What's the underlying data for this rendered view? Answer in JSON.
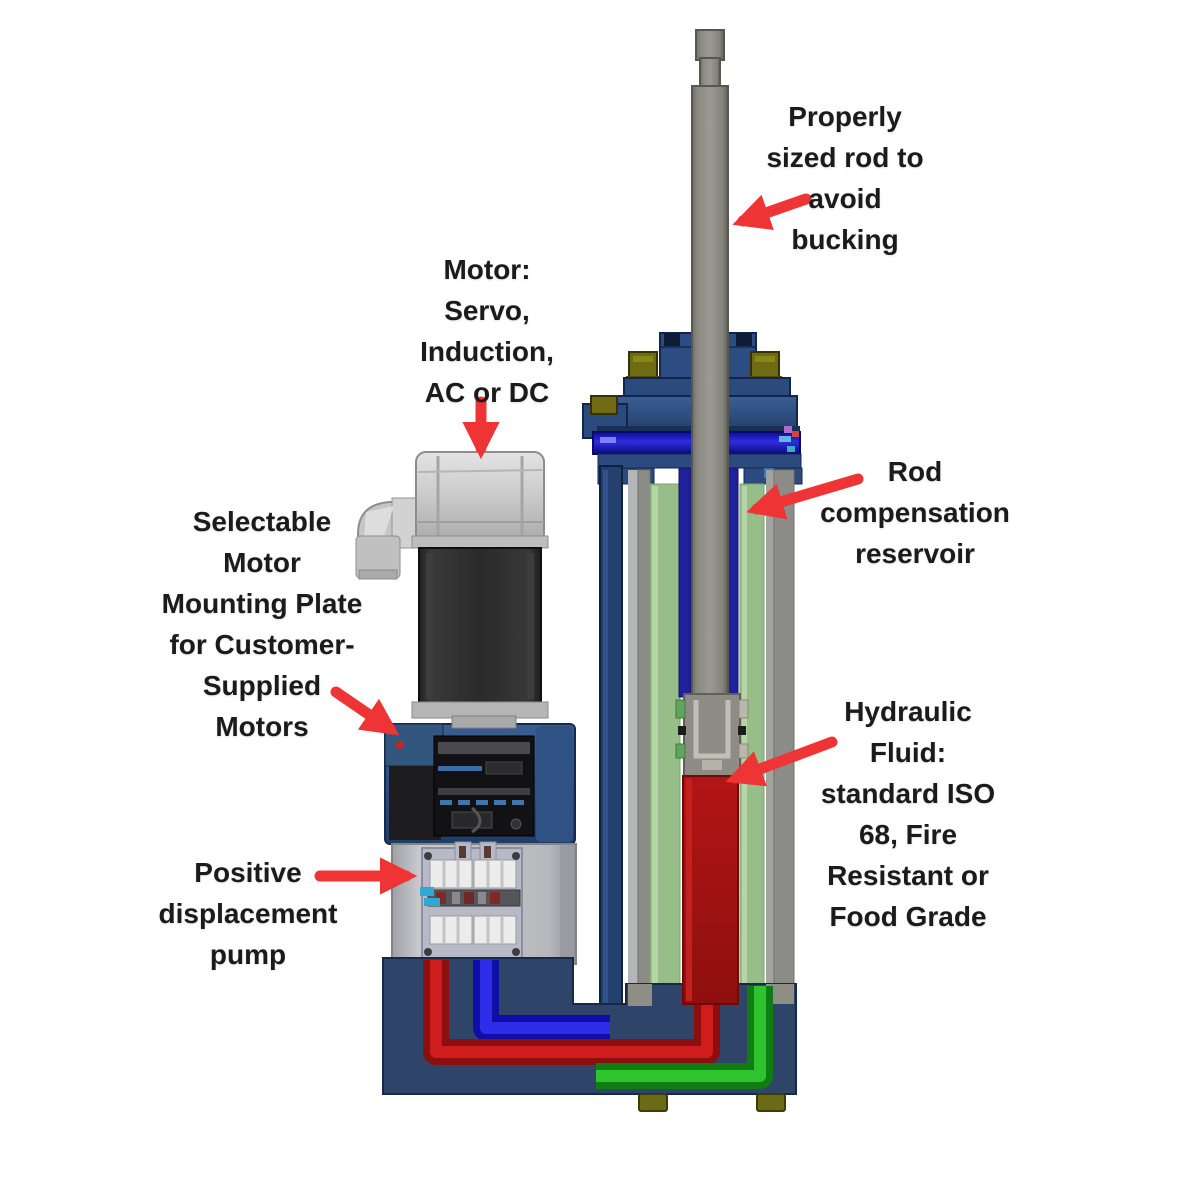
{
  "labels": {
    "rod": {
      "lines": [
        "Properly",
        "sized rod to",
        "avoid",
        "bucking"
      ]
    },
    "motor": {
      "lines": [
        "Motor:",
        "Servo,",
        "Induction,",
        "AC or DC"
      ]
    },
    "mounting_plate": {
      "lines": [
        "Selectable",
        "Motor",
        "Mounting Plate",
        "for Customer-",
        "Supplied",
        "Motors"
      ]
    },
    "pump": {
      "lines": [
        "Positive",
        "displacement",
        "pump"
      ]
    },
    "reservoir": {
      "lines": [
        "Rod",
        "compensation",
        "reservoir"
      ]
    },
    "fluid": {
      "lines": [
        "Hydraulic",
        "Fluid:",
        "standard ISO",
        "68, Fire",
        "Resistant or",
        "Food Grade"
      ]
    }
  },
  "colors": {
    "annotation_arrow": "#ee3434",
    "label_text": "#1b1b1b",
    "actuator_blue": "#2b4a7d",
    "pipe_blue": "#1a1ac0",
    "pipe_red": "#a81414",
    "pipe_green": "#1ea41e",
    "reservoir_green": "#97bd88",
    "hydraulic_fluid_red": "#a31111",
    "rod_gray": "#8f8d85",
    "bolt_olive": "#6f6b12",
    "base_navy": "#2e4569"
  }
}
